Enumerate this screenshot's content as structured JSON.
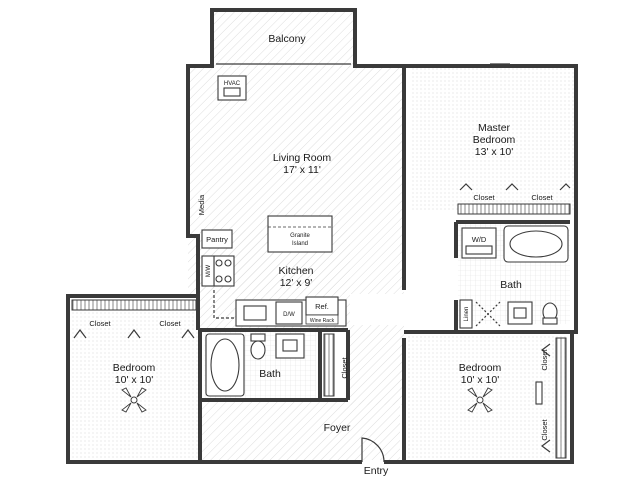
{
  "floor_plan": {
    "rooms": {
      "balcony": "Balcony",
      "hvac": "HVAC",
      "living_room": {
        "name": "Living Room",
        "dims": "17' x 11'"
      },
      "media": "Media",
      "pantry": "Pantry",
      "island": {
        "line1": "Granite",
        "line2": "Island"
      },
      "kitchen": {
        "name": "Kitchen",
        "dims": "12' x 9'"
      },
      "mw": "M/W",
      "ref": "Ref.",
      "dw": "D/W",
      "wine_rack": "Wine Rack",
      "master_bedroom": {
        "line1": "Master",
        "line2": "Bedroom",
        "dims": "13' x 10'"
      },
      "master_closet_left": "Closet",
      "master_closet_right": "Closet",
      "wd": "W/D",
      "master_bath": "Bath",
      "linen": "Linen",
      "bedroom_left": {
        "name": "Bedroom",
        "dims": "10' x 10'"
      },
      "left_closet_a": "Closet",
      "left_closet_b": "Closet",
      "hall_bath": "Bath",
      "hall_closet": "Closet",
      "foyer": "Foyer",
      "entry": "Entry",
      "bedroom_right": {
        "name": "Bedroom",
        "dims": "10' x 10'"
      },
      "right_closet_top": "Closet",
      "right_closet_bottom": "Closet"
    },
    "colors": {
      "wall": "#3a3a3a",
      "floor_hatch": "#dcdcdc",
      "background": "#ffffff"
    }
  }
}
